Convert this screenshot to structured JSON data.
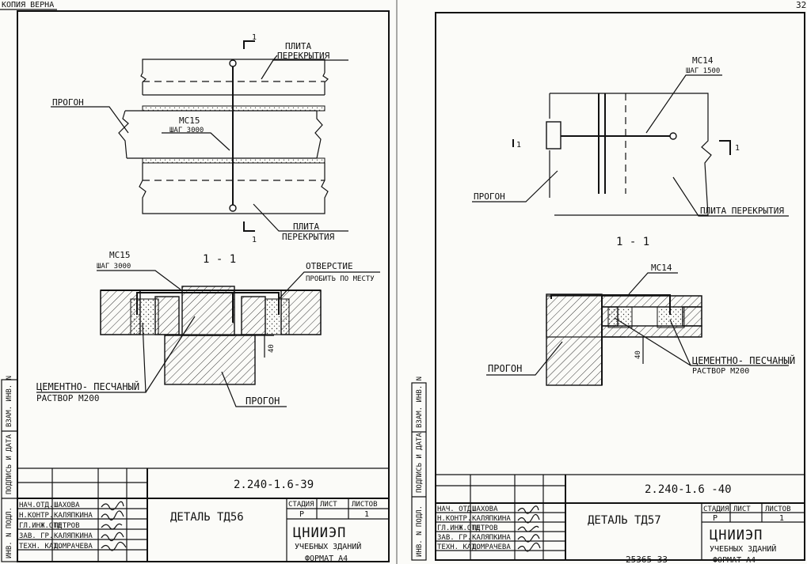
{
  "page": {
    "top_stamp": "КОПИЯ ВЕРНА",
    "sheet_no": "32"
  },
  "side_labels": {
    "left": [
      "ИНВ. N ПОДЛ.",
      "ПОДПИСЬ И ДАТА",
      "ВЗАМ. ИНВ. N"
    ],
    "right": [
      "ИНВ. N ПОДЛ.",
      "ПОДПИСЬ И ДАТА",
      "ВЗАМ. ИНВ. N"
    ]
  },
  "left_sheet": {
    "plan": {
      "section_mark": "1",
      "slab_top": [
        "ПЛИТА",
        "ПЕРЕКРЫТИЯ"
      ],
      "slab_bottom": [
        "ПЛИТА",
        "ПЕРЕКРЫТИЯ"
      ],
      "purlin": "ПРОГОН",
      "tie": [
        "МС15",
        "ШАГ 3000"
      ]
    },
    "section": {
      "title": "1 - 1",
      "tie": [
        "МС15",
        "ШАГ 3000"
      ],
      "hole": [
        "ОТВЕРСТИЕ",
        "ПРОБИТЬ ПО МЕСТУ"
      ],
      "mortar": [
        "ЦЕМЕНТНО- ПЕСЧАНЫЙ",
        "РАСТВОР М200"
      ],
      "purlin": "ПРОГОН",
      "dim": "40"
    },
    "title_block": {
      "code": "2.240-1.6-39",
      "title": "ДЕТАЛЬ ТД56",
      "headers": [
        "СТАДИЯ",
        "ЛИСТ",
        "ЛИСТОВ"
      ],
      "values": [
        "Р",
        "",
        "1"
      ],
      "org": "ЦНИИЭП",
      "org_sub": "УЧЕБНЫХ ЗДАНИЙ",
      "people": [
        {
          "role": "НАЧ.ОТД.",
          "name": "ШАХОВА"
        },
        {
          "role": "Н.КОНТР.",
          "name": "КАЛЯПКИНА"
        },
        {
          "role": "ГЛ.ИНЖ.ОТД",
          "name": "ПЕТРОВ"
        },
        {
          "role": "ЗАВ. ГР.",
          "name": "КАЛЯПКИНА"
        },
        {
          "role": "ТЕХН. КАТ.",
          "name": "ДОМРАЧЕВА"
        }
      ],
      "format": "ФОРМАТ А4"
    }
  },
  "right_sheet": {
    "plan": {
      "tie": [
        "МС14",
        "ШАГ 1500"
      ],
      "purlin": "ПРОГОН",
      "slab": "ПЛИТА ПЕРЕКРЫТИЯ",
      "section_mark": "1"
    },
    "section": {
      "title": "1 - 1",
      "tie": "МС14",
      "mortar": [
        "ЦЕМЕНТНО- ПЕСЧАНЫЙ",
        "РАСТВОР М200"
      ],
      "purlin": "ПРОГОН",
      "dim": "40"
    },
    "title_block": {
      "code": "2.240-1.6 -40",
      "title": "ДЕТАЛЬ ТД57",
      "headers": [
        "СТАДИЯ",
        "ЛИСТ",
        "ЛИСТОВ"
      ],
      "values": [
        "Р",
        "",
        "1"
      ],
      "org": "ЦНИИЭП",
      "org_sub": "УЧЕБНЫХ ЗДАНИЙ",
      "people": [
        {
          "role": "НАЧ. ОТД.",
          "name": "ШАХОВА"
        },
        {
          "role": "Н.КОНТР.",
          "name": "КАЛЯПКИНА"
        },
        {
          "role": "ГЛ.ИНЖ.ОТД",
          "name": "ПЕТРОВ"
        },
        {
          "role": "ЗАВ. ГР.",
          "name": "КАЛЯПКИНА"
        },
        {
          "role": "ТЕХН. КАТ.",
          "name": "ДОМРАЧЕВА"
        }
      ],
      "footer_number": "25365 33",
      "format": "ФОРМАТ А4"
    }
  }
}
